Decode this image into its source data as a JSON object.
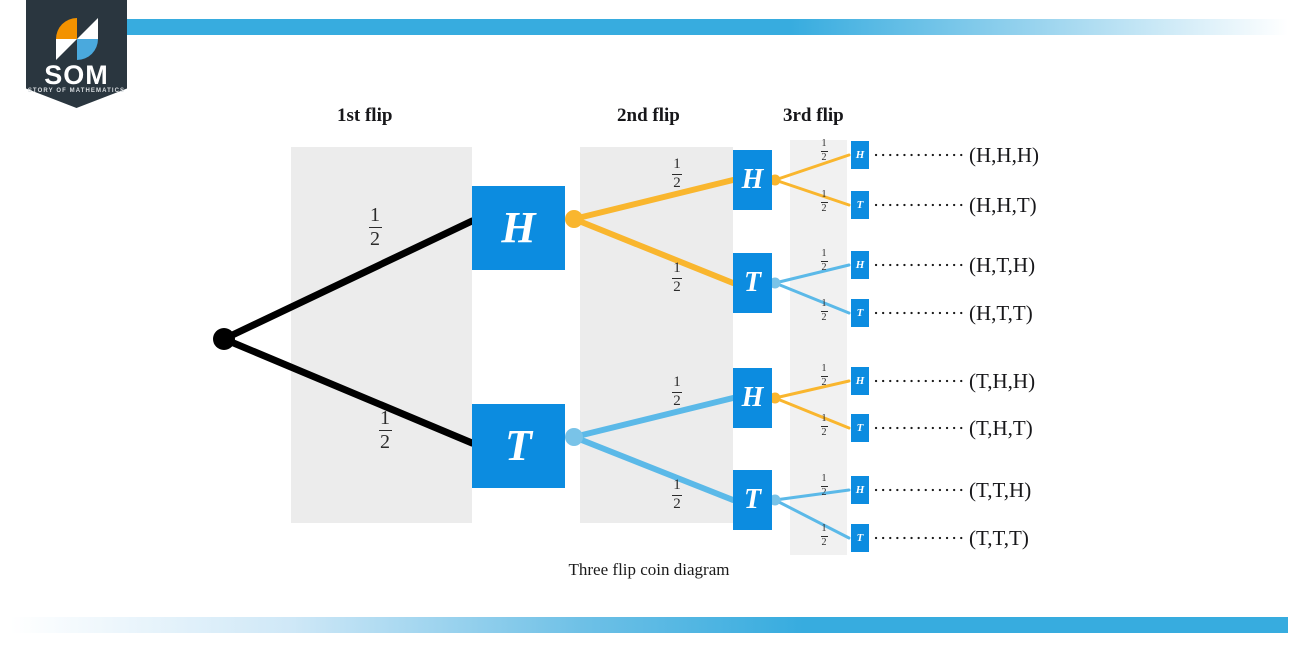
{
  "brand": {
    "name": "SOM",
    "tagline": "STORY OF MATHEMATICS",
    "logo_colors": {
      "shield": "#2a363f",
      "orange": "#f39200",
      "blue": "#4aa9dd",
      "white": "#ffffff"
    },
    "bar_color": "#37acdf"
  },
  "diagram": {
    "caption": "Three flip coin diagram",
    "columns": [
      {
        "label": "1st flip"
      },
      {
        "label": "2nd flip"
      },
      {
        "label": "3rd flip"
      }
    ],
    "colors": {
      "node_fill": "#0c8ce0",
      "node_text": "#ffffff",
      "band": "#ececec",
      "root_branch": "#000000",
      "heads_branch": "#f9b62e",
      "tails_branch": "#5bb9e8",
      "leader_dots": "#1a1a1a"
    },
    "root": {
      "label": "",
      "shape": "dot",
      "color": "#000000"
    },
    "level1": [
      {
        "id": "H",
        "label": "H",
        "probability": "1/2"
      },
      {
        "id": "T",
        "label": "T",
        "probability": "1/2"
      }
    ],
    "level2": [
      {
        "id": "HH",
        "label": "H",
        "probability": "1/2",
        "parent": "H"
      },
      {
        "id": "HT",
        "label": "T",
        "probability": "1/2",
        "parent": "H"
      },
      {
        "id": "TH",
        "label": "H",
        "probability": "1/2",
        "parent": "T"
      },
      {
        "id": "TT",
        "label": "T",
        "probability": "1/2",
        "parent": "T"
      }
    ],
    "level3": [
      {
        "id": "HHH",
        "label": "H",
        "probability": "1/2",
        "parent": "HH"
      },
      {
        "id": "HHT",
        "label": "T",
        "probability": "1/2",
        "parent": "HH"
      },
      {
        "id": "HTH",
        "label": "H",
        "probability": "1/2",
        "parent": "HT"
      },
      {
        "id": "HTT",
        "label": "T",
        "probability": "1/2",
        "parent": "HT"
      },
      {
        "id": "THH",
        "label": "H",
        "probability": "1/2",
        "parent": "TH"
      },
      {
        "id": "THT",
        "label": "T",
        "probability": "1/2",
        "parent": "TH"
      },
      {
        "id": "TTH",
        "label": "H",
        "probability": "1/2",
        "parent": "TT"
      },
      {
        "id": "TTT",
        "label": "T",
        "probability": "1/2",
        "parent": "TT"
      }
    ],
    "fraction": {
      "numerator": "1",
      "denominator": "2"
    },
    "outcomes": [
      "(H,H,H)",
      "(H,H,T)",
      "(H,T,H)",
      "(H,T,T)",
      "(T,H,H)",
      "(T,H,T)",
      "(T,T,H)",
      "(T,T,T)"
    ]
  }
}
